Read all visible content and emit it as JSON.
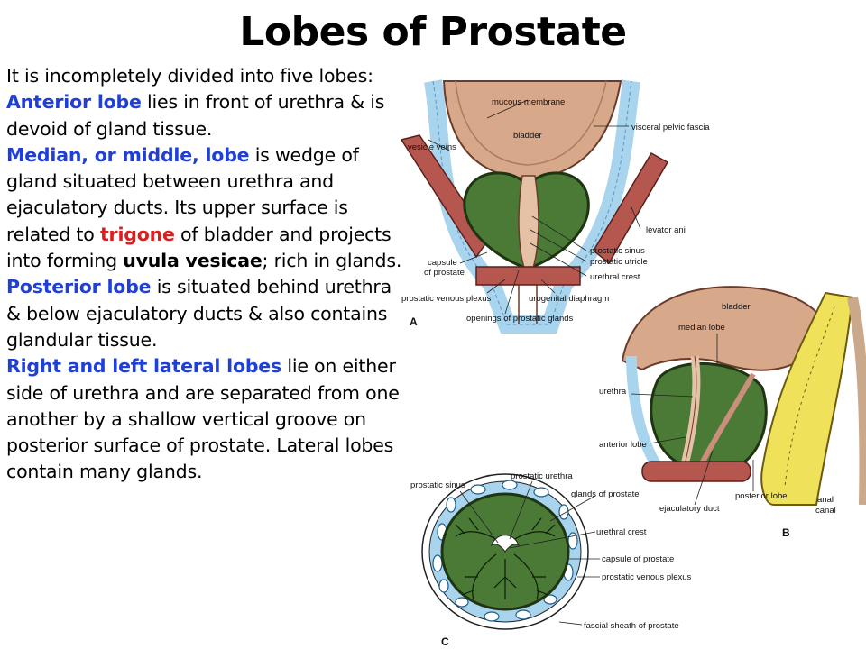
{
  "title": "Lobes of Prostate",
  "paragraphs": {
    "intro": "It is incompletely divided into five lobes:",
    "anterior": {
      "head": "Anterior lobe",
      "rest": " lies in front of urethra & is devoid of gland tissue."
    },
    "median": {
      "head": "Median, or middle, lobe",
      "rest1": " is wedge of gland situated between urethra and ejaculatory ducts. Its upper surface is related to ",
      "trigone": "trigone",
      "rest2": " of bladder and projects into forming ",
      "uvula": "uvula vesicae",
      "rest3": "; rich in glands."
    },
    "posterior": {
      "head": "Posterior lobe",
      "rest": " is situated behind urethra & below ejaculatory ducts & also contains glandular tissue."
    },
    "lateral": {
      "head": "Right and left lateral lobes",
      "rest": " lie on either side of urethra and are separated from one another by a shallow vertical groove on posterior surface of prostate. Lateral lobes contain many glands."
    }
  },
  "colors": {
    "highlight_blue": "#1f3fd6",
    "highlight_red": "#e01b1b",
    "gland_green": "#4a7a35",
    "bladder_tan": "#d8a88a",
    "muscle_red": "#b5574f",
    "fascia_blue": "#a9d4ee",
    "rectum_yellow": "#efe25a"
  },
  "figure_a": {
    "letter": "A",
    "labels": {
      "mucous_membrane": "mucous membrane",
      "bladder": "bladder",
      "visceral_pelvic_fascia": "visceral pelvic fascia",
      "vesicle_veins": "vesicle veins",
      "levator_ani": "levator ani",
      "prostatic_sinus": "prostatic sinus",
      "prostatic_utricle": "prostatic utricle",
      "capsule_line1": "capsule",
      "capsule_line2": "of prostate",
      "urethral_crest": "urethral crest",
      "prostatic_venous_plexus": "prostatic venous plexus",
      "urogenital_diaphragm": "urogenital diaphragm",
      "openings": "openings of prostatic glands"
    }
  },
  "figure_b": {
    "letter": "B",
    "labels": {
      "bladder": "bladder",
      "median_lobe": "median lobe",
      "urethra": "urethra",
      "anterior_lobe": "anterior lobe",
      "ejaculatory_duct": "ejaculatory duct",
      "posterior_lobe": "posterior lobe",
      "anal_line1": "anal",
      "anal_line2": "canal"
    }
  },
  "figure_c": {
    "letter": "C",
    "labels": {
      "prostatic_sinus": "prostatic sinus",
      "prostatic_urethra": "prostatic urethra",
      "glands_of_prostate": "glands of prostate",
      "urethral_crest": "urethral crest",
      "capsule_of_prostate": "capsule of prostate",
      "prostatic_venous_plexus": "prostatic venous plexus",
      "fascial_sheath": "fascial sheath of prostate"
    }
  }
}
